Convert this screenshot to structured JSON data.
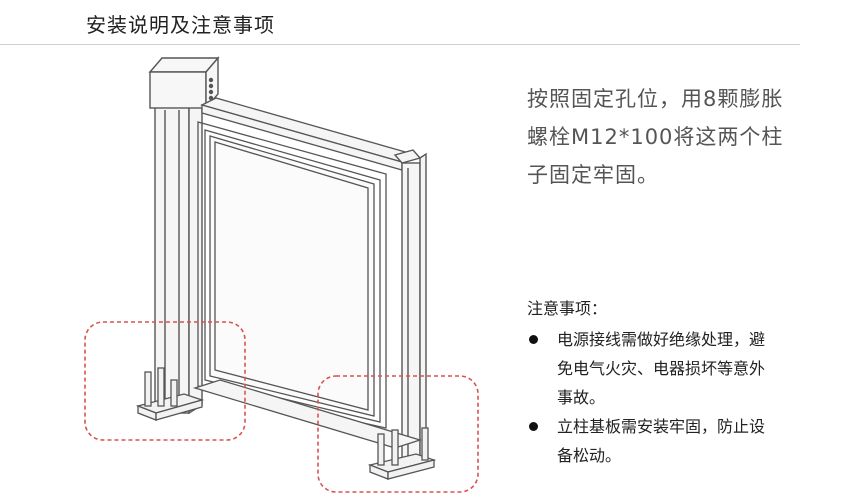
{
  "header": {
    "title": "安装说明及注意事项"
  },
  "instruction": {
    "lines": [
      "按照固定孔位，用8颗膨胀",
      "螺栓M12*100将这两个柱",
      "子固定牢固。"
    ]
  },
  "notes": {
    "title": "注意事项：",
    "items": [
      {
        "lines": [
          "电源接线需做好绝缘处理，避",
          "免电气火灾、电器损坏等意外",
          "事故。"
        ]
      },
      {
        "lines": [
          "立柱基板需安装牢固，防止设",
          "备松动。"
        ]
      }
    ]
  },
  "colors": {
    "highlight": "#d9534f",
    "line": "#555555",
    "frame": "#f2f2f2"
  },
  "icons": {
    "bullet": "filled-circle"
  }
}
